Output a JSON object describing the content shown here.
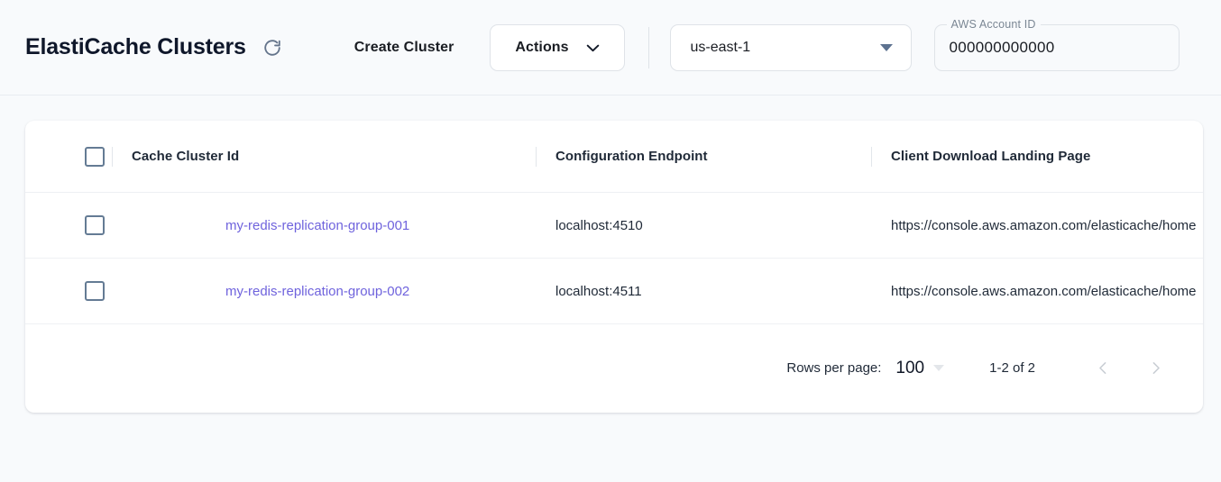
{
  "header": {
    "title": "ElastiCache Clusters",
    "refresh_icon": "refresh-icon",
    "create_label": "Create Cluster",
    "actions_label": "Actions",
    "actions_icon": "chevron-down-icon",
    "region": {
      "value": "us-east-1",
      "icon": "triangle-down-icon"
    },
    "account": {
      "label": "AWS Account ID",
      "value": "000000000000"
    }
  },
  "table": {
    "columns": [
      "Cache Cluster Id",
      "Configuration Endpoint",
      "Client Download Landing Page"
    ],
    "rows": [
      {
        "cluster_id": "my-redis-replication-group-001",
        "endpoint": "localhost:4510",
        "landing_page": "https://console.aws.amazon.com/elasticache/home"
      },
      {
        "cluster_id": "my-redis-replication-group-002",
        "endpoint": "localhost:4511",
        "landing_page": "https://console.aws.amazon.com/elasticache/home"
      }
    ]
  },
  "pagination": {
    "rows_per_page_label": "Rows per page:",
    "rows_per_page_value": "100",
    "range_label": "1-2 of 2",
    "prev_icon": "chevron-left-icon",
    "next_icon": "chevron-right-icon"
  },
  "colors": {
    "page_bg": "#f8fafc",
    "card_bg": "#ffffff",
    "link": "#6f63dd",
    "text": "#1f2937",
    "muted": "#7b8794",
    "border": "#dfe3e8"
  }
}
